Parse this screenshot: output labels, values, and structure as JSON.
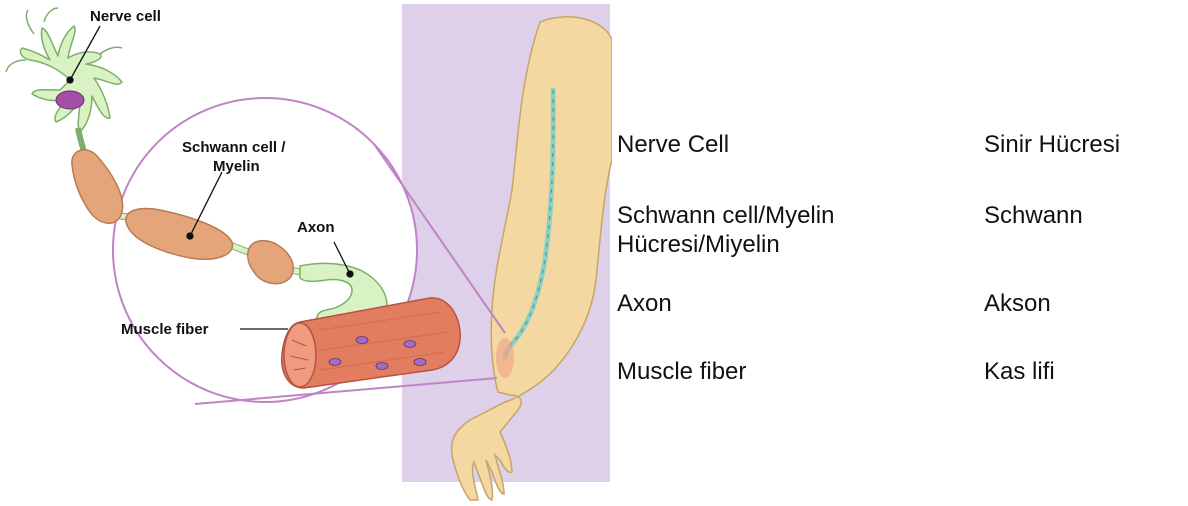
{
  "diagram": {
    "labels": {
      "nerve_cell": "Nerve cell",
      "schwann_line1": "Schwann cell /",
      "schwann_line2": "Myelin",
      "axon": "Axon",
      "muscle_fiber": "Muscle fiber"
    },
    "colors": {
      "neuron": "#d9f2c4",
      "neuron_outline": "#7fae6a",
      "nucleus": "#a44ea6",
      "myelin": "#e5a57a",
      "myelin_outline": "#b97a55",
      "muscle": "#e27d60",
      "muscle_outline": "#b5533f",
      "panel": "#ddd0e8",
      "skin": "#f3d9a1",
      "skin_outline": "#c7a46a",
      "circle": "#c084c6",
      "nerve_path": "#8fd0c2"
    }
  },
  "glossary": {
    "rows": [
      {
        "en_line1": "Nerve Cell",
        "en_line2": "",
        "tr": "Sinir Hücresi"
      },
      {
        "en_line1": "Schwann cell/Myelin",
        "en_line2": "Hücresi/Miyelin",
        "tr": "Schwann"
      },
      {
        "en_line1": "Axon",
        "en_line2": "",
        "tr": "Akson"
      },
      {
        "en_line1": "Muscle fiber",
        "en_line2": "",
        "tr": "Kas lifi"
      }
    ]
  }
}
